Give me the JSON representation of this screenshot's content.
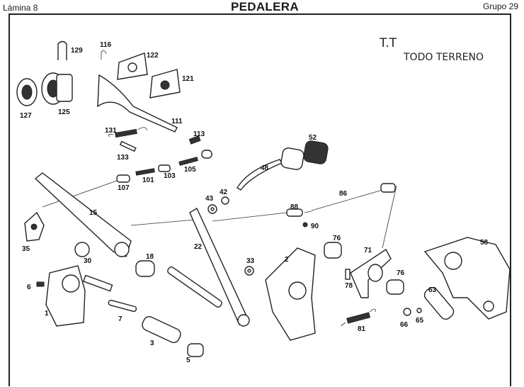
{
  "header": {
    "sheet": "Lámina 8",
    "title": "PEDALERA",
    "group": "Grupo 29"
  },
  "variant": {
    "code": "T.T",
    "name": "TODO TERRENO"
  },
  "part_labels": {
    "p129": "129",
    "p116": "116",
    "p122": "122",
    "p121": "121",
    "p127": "127",
    "p125": "125",
    "p111": "111",
    "p131": "131",
    "p113": "113",
    "p133": "133",
    "p105": "105",
    "p103": "103",
    "p101": "101",
    "p107": "107",
    "p52": "52",
    "p48": "48",
    "p42": "42",
    "p43": "43",
    "p86": "86",
    "p88": "88",
    "p90": "90",
    "p15": "15",
    "p35": "35",
    "p30": "30",
    "p18": "18",
    "p22": "22",
    "p33": "33",
    "p2": "2",
    "p76a": "76",
    "p71": "71",
    "p58": "58",
    "p76b": "76",
    "p78": "78",
    "p63": "63",
    "p6": "6",
    "p1": "1",
    "p7": "7",
    "p81": "81",
    "p66": "66",
    "p65": "65",
    "p3": "3",
    "p5": "5"
  }
}
